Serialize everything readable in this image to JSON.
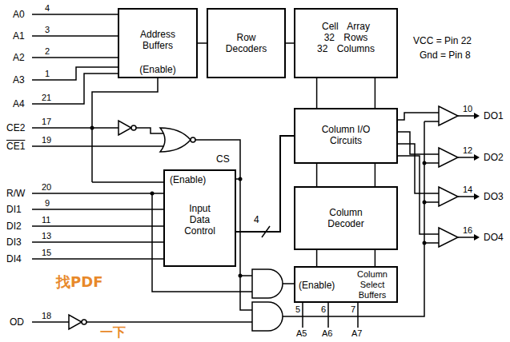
{
  "diagram": {
    "nodes": [
      {
        "text": [
          "Address Buffers",
          "(Enable)"
        ]
      },
      {
        "text": [
          "Row Decoders"
        ]
      },
      {
        "text": [
          "Cell Array 32 Rows 32 Columns"
        ]
      },
      {
        "text": [
          "Column I/O Circuits"
        ]
      },
      {
        "text": [
          "Column Decoder"
        ]
      },
      {
        "text": [
          "(Enable)",
          "Input Data Control"
        ]
      },
      {
        "text": [
          "(Enable)",
          "Column Select Buffers"
        ]
      }
    ],
    "edges": [
      {
        "from": 0,
        "to": 1,
        "arrow": "none"
      },
      {
        "from": 1,
        "to": 2,
        "arrow": "none"
      },
      {
        "from": 2,
        "to": 3,
        "arrow": "none"
      },
      {
        "from": 3,
        "to": 4,
        "arrow": "none"
      },
      {
        "from": 4,
        "to": 6,
        "arrow": "none"
      },
      {
        "from": 5,
        "to": 3,
        "label": "4",
        "arrow": "none"
      }
    ],
    "labels": [
      "A0",
      "4",
      "A1",
      "3",
      "A2",
      "2",
      "A3",
      "1",
      "A4",
      "21",
      "CE2",
      "17",
      "CE1",
      "19",
      "R/W",
      "20",
      "DI1",
      "9",
      "DI2",
      "11",
      "DI3",
      "13",
      "DI4",
      "15",
      "OD",
      "18",
      "CS",
      "VCC = Pin 22",
      "Gnd = Pin 8",
      "10",
      "DO1",
      "12",
      "DO2",
      "14",
      "DO3",
      "16",
      "DO4",
      "5",
      "A5",
      "6",
      "A6",
      "7",
      "A7",
      "找PDF",
      "一下"
    ]
  }
}
